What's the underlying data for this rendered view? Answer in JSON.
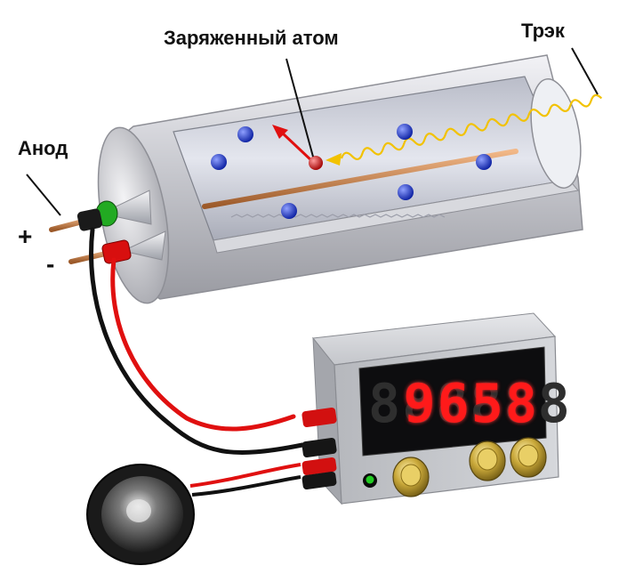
{
  "labels": {
    "charged_atom": "Заряженный атом",
    "track": "Трэк",
    "anode": "Анод",
    "plus": "+",
    "minus": "-"
  },
  "counter": {
    "display_value": "9658",
    "ghost_value": "888888",
    "led_color": "#22cc22",
    "display_color": "#ff1a1a"
  },
  "colors": {
    "ion": "#1133dd",
    "atom": "#dd1111",
    "track_wave": "#f2c200",
    "anode_wire": "#c8743a",
    "cable_red": "#e01010",
    "cable_black": "#111111"
  }
}
